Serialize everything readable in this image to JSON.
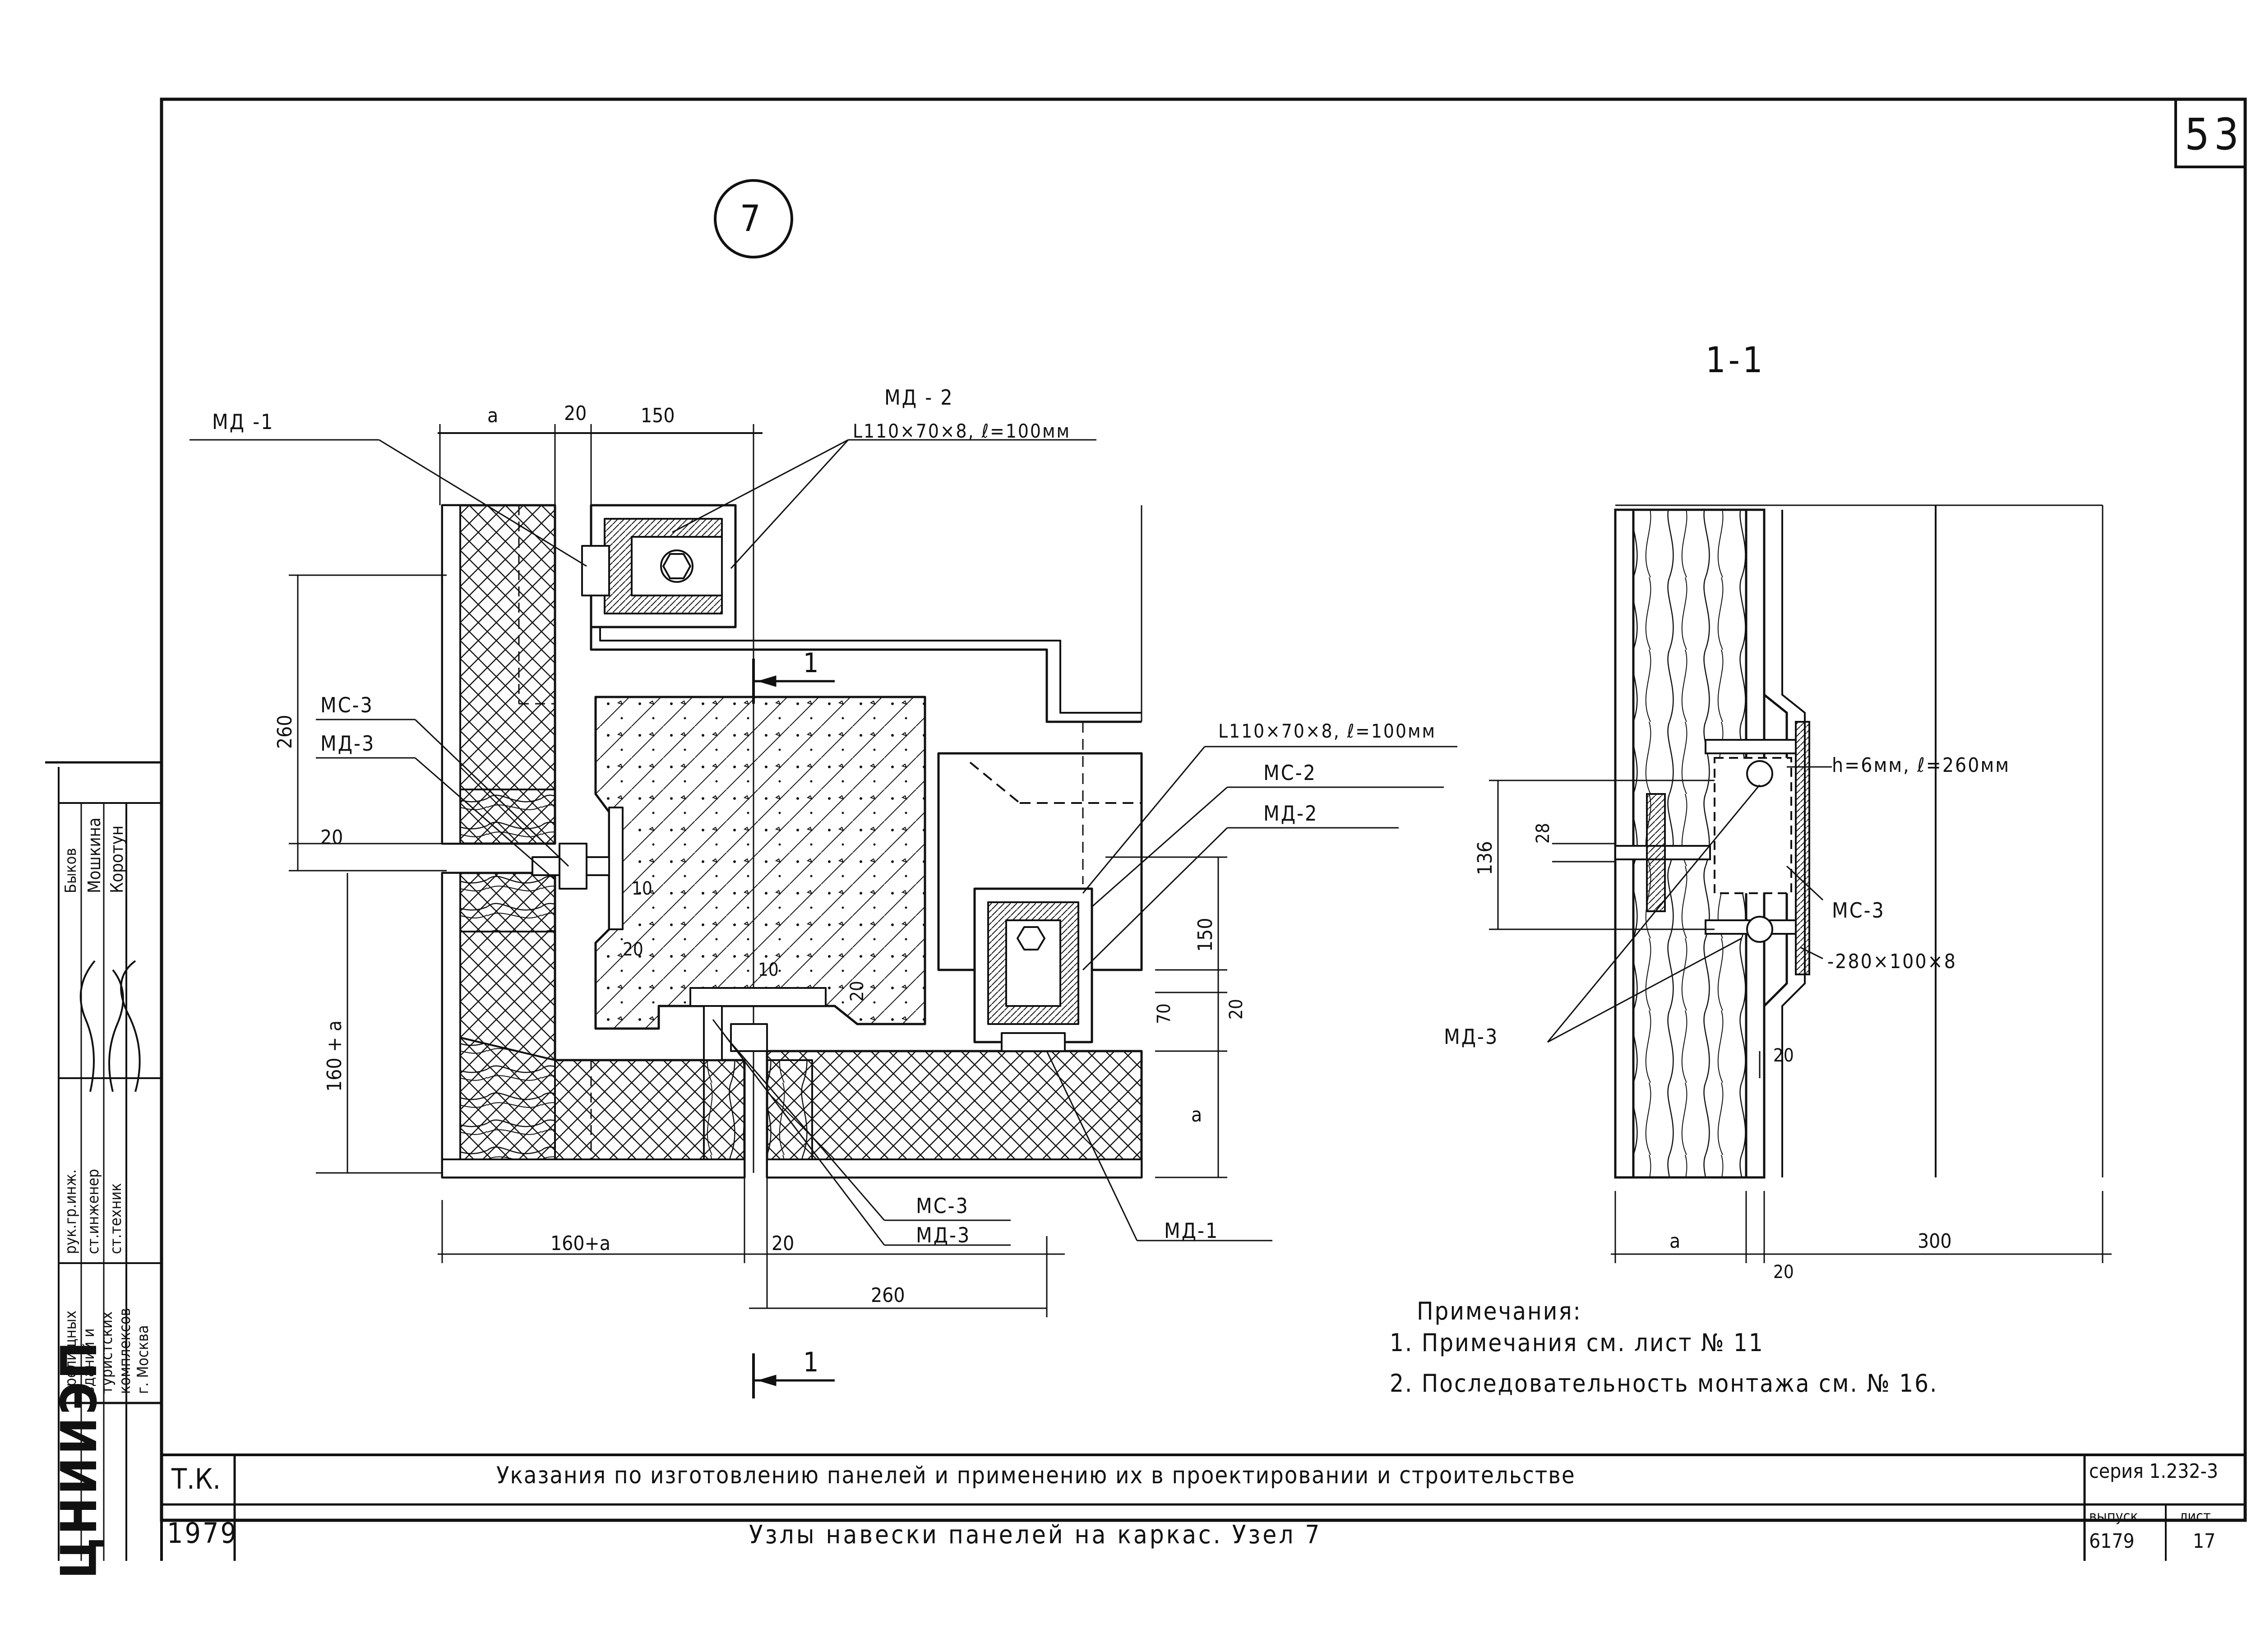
{
  "sheet": {
    "number": "53",
    "node_number": "7",
    "section_label": "1-1",
    "section_marker": "1"
  },
  "labels": {
    "md1_top": "МД -1",
    "md2_top": "МД - 2",
    "angle_top": "L110×70×8, ℓ=100мм",
    "mc3_left": "МС-3",
    "md3_left": "МД-3",
    "angle_right": "L110×70×8, ℓ=100мм",
    "mc2_right": "МС-2",
    "md2_right": "МД-2",
    "mc3_bottom": "МС-3",
    "md3_bottom": "МД-3",
    "md1_bottom": "МД-1",
    "sec_plate": "h=6мм, ℓ=260мм",
    "sec_mc3": "МС-3",
    "sec_strip": "-280×100×8",
    "sec_md3": "МД-3"
  },
  "dims": {
    "a_top": "a",
    "d20_top": "20",
    "d150_top": "150",
    "d260_left": "260",
    "d20_left": "20",
    "d160a_left": "160 + a",
    "d10_mid": "10",
    "d20_mid": "20",
    "d10_low": "10",
    "d20_low": "20",
    "d150_right": "150",
    "d70_right": "70",
    "d20_right": "20",
    "a_right": "a",
    "d160a_bottom": "160+a",
    "d20_bottom": "20",
    "d260_bottom": "260",
    "sec_136": "136",
    "sec_28": "28",
    "sec_20_side": "20",
    "sec_a": "a",
    "sec_300": "300",
    "sec_20": "20"
  },
  "notes": {
    "heading": "Примечания:",
    "item1": "1. Примечания см. лист № 11",
    "item2": "2. Последовательность монтажа см. № 16."
  },
  "title_block": {
    "code": "Т.К.",
    "year": "1979",
    "line1": "Указания по изготовлению панелей и применению их в проектировании и строительстве",
    "line2": "Узлы навески панелей на каркас. Узел 7",
    "series_label": "серия 1.232-3",
    "issue_label": "выпуск",
    "issue_value": "6179",
    "sheet_label": "лист",
    "sheet_value": "17"
  },
  "stamp": {
    "org": "ЦНИИЭП",
    "dept_1": "зрелищных",
    "dept_2": "зданий и",
    "dept_3": "туристских",
    "dept_4": "комплексов",
    "dept_5": "г. Москва",
    "role_1": "рук.гр.инж.",
    "role_2": "ст.инженер",
    "role_3": "ст.техник",
    "name_1": "Быков",
    "name_2": "Мошкина",
    "name_3": "Коротун"
  }
}
